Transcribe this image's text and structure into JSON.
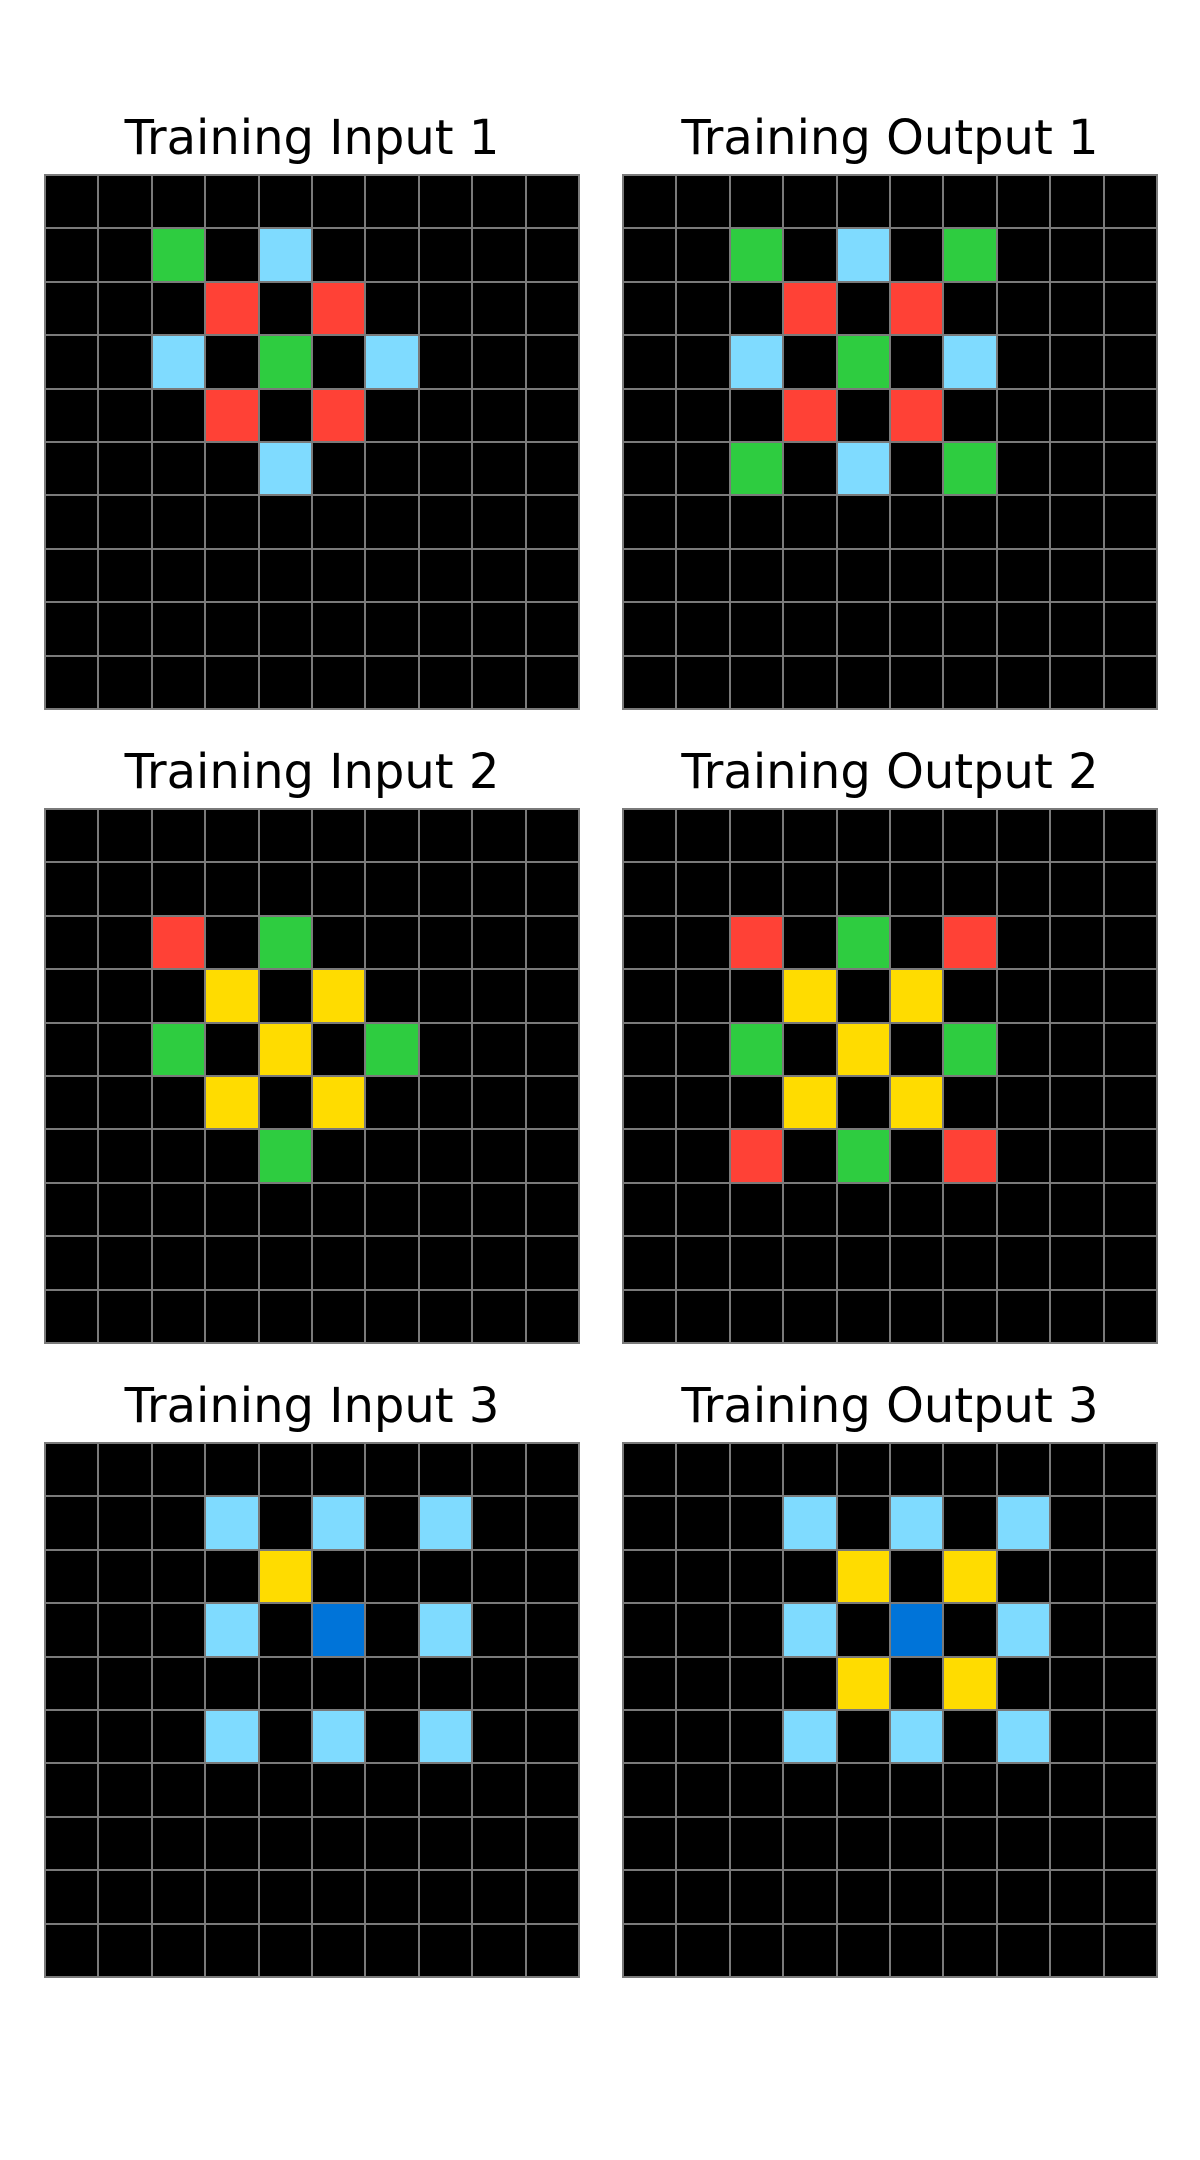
{
  "palette": {
    "0": "#000000",
    "1": "#0074d9",
    "2": "#ff4136",
    "3": "#2ecc40",
    "4": "#ffdc00",
    "8": "#7fdbff"
  },
  "grid_line_color": "#7a7a7a",
  "panels": [
    {
      "title": "Training Input 1",
      "grid": [
        [
          0,
          0,
          0,
          0,
          0,
          0,
          0,
          0,
          0,
          0
        ],
        [
          0,
          0,
          3,
          0,
          8,
          0,
          0,
          0,
          0,
          0
        ],
        [
          0,
          0,
          0,
          2,
          0,
          2,
          0,
          0,
          0,
          0
        ],
        [
          0,
          0,
          8,
          0,
          3,
          0,
          8,
          0,
          0,
          0
        ],
        [
          0,
          0,
          0,
          2,
          0,
          2,
          0,
          0,
          0,
          0
        ],
        [
          0,
          0,
          0,
          0,
          8,
          0,
          0,
          0,
          0,
          0
        ],
        [
          0,
          0,
          0,
          0,
          0,
          0,
          0,
          0,
          0,
          0
        ],
        [
          0,
          0,
          0,
          0,
          0,
          0,
          0,
          0,
          0,
          0
        ],
        [
          0,
          0,
          0,
          0,
          0,
          0,
          0,
          0,
          0,
          0
        ],
        [
          0,
          0,
          0,
          0,
          0,
          0,
          0,
          0,
          0,
          0
        ]
      ]
    },
    {
      "title": "Training Output 1",
      "grid": [
        [
          0,
          0,
          0,
          0,
          0,
          0,
          0,
          0,
          0,
          0
        ],
        [
          0,
          0,
          3,
          0,
          8,
          0,
          3,
          0,
          0,
          0
        ],
        [
          0,
          0,
          0,
          2,
          0,
          2,
          0,
          0,
          0,
          0
        ],
        [
          0,
          0,
          8,
          0,
          3,
          0,
          8,
          0,
          0,
          0
        ],
        [
          0,
          0,
          0,
          2,
          0,
          2,
          0,
          0,
          0,
          0
        ],
        [
          0,
          0,
          3,
          0,
          8,
          0,
          3,
          0,
          0,
          0
        ],
        [
          0,
          0,
          0,
          0,
          0,
          0,
          0,
          0,
          0,
          0
        ],
        [
          0,
          0,
          0,
          0,
          0,
          0,
          0,
          0,
          0,
          0
        ],
        [
          0,
          0,
          0,
          0,
          0,
          0,
          0,
          0,
          0,
          0
        ],
        [
          0,
          0,
          0,
          0,
          0,
          0,
          0,
          0,
          0,
          0
        ]
      ]
    },
    {
      "title": "Training Input 2",
      "grid": [
        [
          0,
          0,
          0,
          0,
          0,
          0,
          0,
          0,
          0,
          0
        ],
        [
          0,
          0,
          0,
          0,
          0,
          0,
          0,
          0,
          0,
          0
        ],
        [
          0,
          0,
          2,
          0,
          3,
          0,
          0,
          0,
          0,
          0
        ],
        [
          0,
          0,
          0,
          4,
          0,
          4,
          0,
          0,
          0,
          0
        ],
        [
          0,
          0,
          3,
          0,
          4,
          0,
          3,
          0,
          0,
          0
        ],
        [
          0,
          0,
          0,
          4,
          0,
          4,
          0,
          0,
          0,
          0
        ],
        [
          0,
          0,
          0,
          0,
          3,
          0,
          0,
          0,
          0,
          0
        ],
        [
          0,
          0,
          0,
          0,
          0,
          0,
          0,
          0,
          0,
          0
        ],
        [
          0,
          0,
          0,
          0,
          0,
          0,
          0,
          0,
          0,
          0
        ],
        [
          0,
          0,
          0,
          0,
          0,
          0,
          0,
          0,
          0,
          0
        ]
      ]
    },
    {
      "title": "Training Output 2",
      "grid": [
        [
          0,
          0,
          0,
          0,
          0,
          0,
          0,
          0,
          0,
          0
        ],
        [
          0,
          0,
          0,
          0,
          0,
          0,
          0,
          0,
          0,
          0
        ],
        [
          0,
          0,
          2,
          0,
          3,
          0,
          2,
          0,
          0,
          0
        ],
        [
          0,
          0,
          0,
          4,
          0,
          4,
          0,
          0,
          0,
          0
        ],
        [
          0,
          0,
          3,
          0,
          4,
          0,
          3,
          0,
          0,
          0
        ],
        [
          0,
          0,
          0,
          4,
          0,
          4,
          0,
          0,
          0,
          0
        ],
        [
          0,
          0,
          2,
          0,
          3,
          0,
          2,
          0,
          0,
          0
        ],
        [
          0,
          0,
          0,
          0,
          0,
          0,
          0,
          0,
          0,
          0
        ],
        [
          0,
          0,
          0,
          0,
          0,
          0,
          0,
          0,
          0,
          0
        ],
        [
          0,
          0,
          0,
          0,
          0,
          0,
          0,
          0,
          0,
          0
        ]
      ]
    },
    {
      "title": "Training Input 3",
      "grid": [
        [
          0,
          0,
          0,
          0,
          0,
          0,
          0,
          0,
          0,
          0
        ],
        [
          0,
          0,
          0,
          8,
          0,
          8,
          0,
          8,
          0,
          0
        ],
        [
          0,
          0,
          0,
          0,
          4,
          0,
          0,
          0,
          0,
          0
        ],
        [
          0,
          0,
          0,
          8,
          0,
          1,
          0,
          8,
          0,
          0
        ],
        [
          0,
          0,
          0,
          0,
          0,
          0,
          0,
          0,
          0,
          0
        ],
        [
          0,
          0,
          0,
          8,
          0,
          8,
          0,
          8,
          0,
          0
        ],
        [
          0,
          0,
          0,
          0,
          0,
          0,
          0,
          0,
          0,
          0
        ],
        [
          0,
          0,
          0,
          0,
          0,
          0,
          0,
          0,
          0,
          0
        ],
        [
          0,
          0,
          0,
          0,
          0,
          0,
          0,
          0,
          0,
          0
        ],
        [
          0,
          0,
          0,
          0,
          0,
          0,
          0,
          0,
          0,
          0
        ]
      ]
    },
    {
      "title": "Training Output 3",
      "grid": [
        [
          0,
          0,
          0,
          0,
          0,
          0,
          0,
          0,
          0,
          0
        ],
        [
          0,
          0,
          0,
          8,
          0,
          8,
          0,
          8,
          0,
          0
        ],
        [
          0,
          0,
          0,
          0,
          4,
          0,
          4,
          0,
          0,
          0
        ],
        [
          0,
          0,
          0,
          8,
          0,
          1,
          0,
          8,
          0,
          0
        ],
        [
          0,
          0,
          0,
          0,
          4,
          0,
          4,
          0,
          0,
          0
        ],
        [
          0,
          0,
          0,
          8,
          0,
          8,
          0,
          8,
          0,
          0
        ],
        [
          0,
          0,
          0,
          0,
          0,
          0,
          0,
          0,
          0,
          0
        ],
        [
          0,
          0,
          0,
          0,
          0,
          0,
          0,
          0,
          0,
          0
        ],
        [
          0,
          0,
          0,
          0,
          0,
          0,
          0,
          0,
          0,
          0
        ],
        [
          0,
          0,
          0,
          0,
          0,
          0,
          0,
          0,
          0,
          0
        ]
      ]
    }
  ]
}
